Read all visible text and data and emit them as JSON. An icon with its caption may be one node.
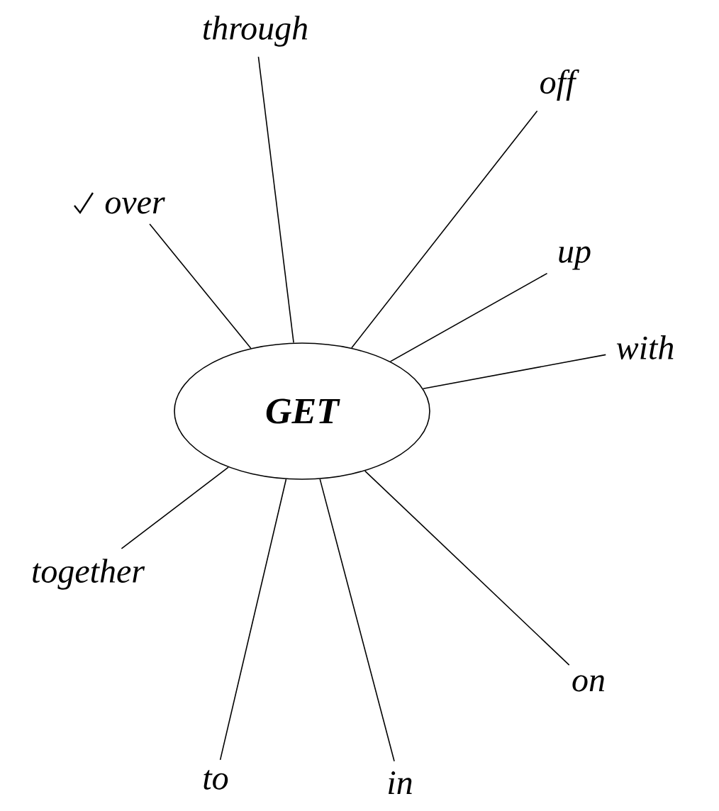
{
  "diagram": {
    "nodes": [
      {
        "text": [
          "GET"
        ]
      },
      {
        "text": [
          "through"
        ]
      },
      {
        "text": [
          "off"
        ]
      },
      {
        "text": [
          "over"
        ]
      },
      {
        "text": [
          "up"
        ]
      },
      {
        "text": [
          "with"
        ]
      },
      {
        "text": [
          "together"
        ]
      },
      {
        "text": [
          "on"
        ]
      },
      {
        "text": [
          "to"
        ]
      },
      {
        "text": [
          "in"
        ]
      }
    ],
    "edges": [
      {
        "from": 0,
        "to": 1,
        "arrow": "none"
      },
      {
        "from": 0,
        "to": 2,
        "arrow": "none"
      },
      {
        "from": 0,
        "to": 3,
        "arrow": "none"
      },
      {
        "from": 0,
        "to": 4,
        "arrow": "none"
      },
      {
        "from": 0,
        "to": 5,
        "arrow": "none"
      },
      {
        "from": 0,
        "to": 6,
        "arrow": "none"
      },
      {
        "from": 0,
        "to": 7,
        "arrow": "none"
      },
      {
        "from": 0,
        "to": 8,
        "arrow": "none"
      },
      {
        "from": 0,
        "to": 9,
        "arrow": "none"
      }
    ]
  }
}
